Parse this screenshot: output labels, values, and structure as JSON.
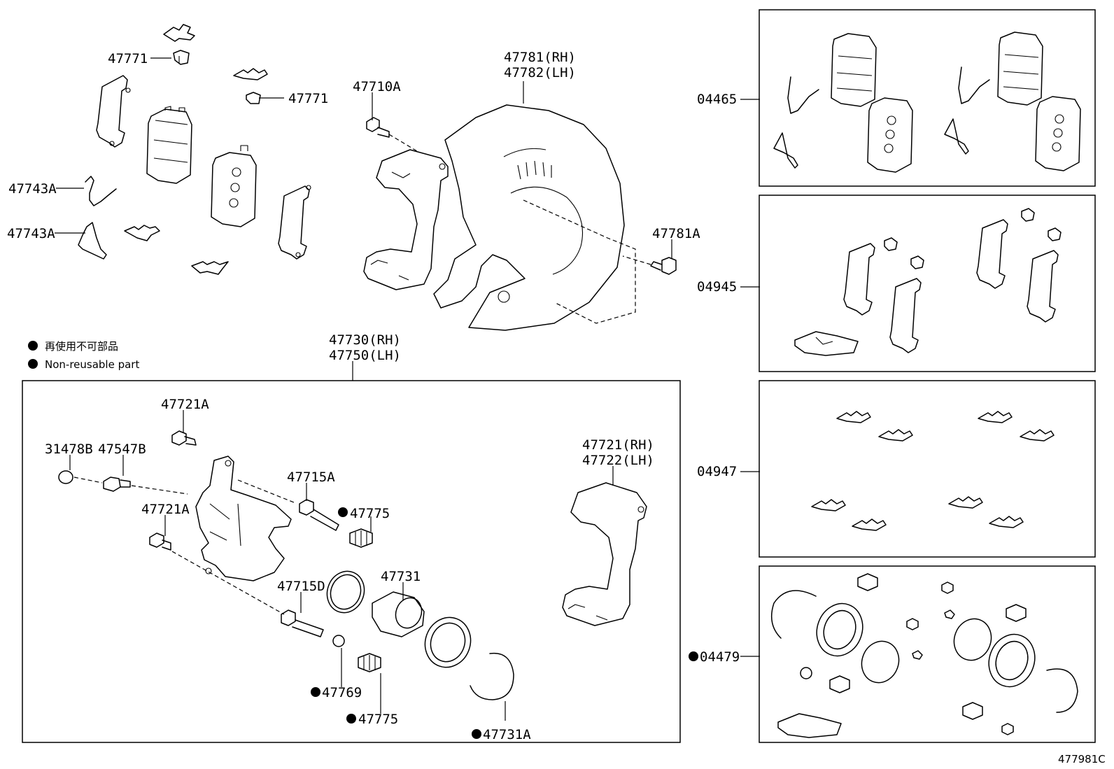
{
  "legend": {
    "jp": "再使用不可部品",
    "en": "Non-reusable part"
  },
  "labels": {
    "l47771a": "47771",
    "l47771b": "47771",
    "l47743a1": "47743A",
    "l47743a2": "47743A",
    "l47710a": "47710A",
    "l47781rh": "47781(RH)",
    "l47782lh": "47782(LH)",
    "l47781a": "47781A",
    "l47730rh": "47730(RH)",
    "l47750lh": "47750(LH)",
    "l47721a1": "47721A",
    "l31478b": "31478B",
    "l47547b": "47547B",
    "l47721a2": "47721A",
    "l47715a": "47715A",
    "l47775a": "47775",
    "l47731": "47731",
    "l47715d": "47715D",
    "l47769": "47769",
    "l47775b": "47775",
    "l47731a": "47731A",
    "l47721rh": "47721(RH)",
    "l47722lh": "47722(LH)",
    "l04465": "04465",
    "l04945": "04945",
    "l04947": "04947",
    "l04479": "04479"
  },
  "diagram_ref": "477981C"
}
